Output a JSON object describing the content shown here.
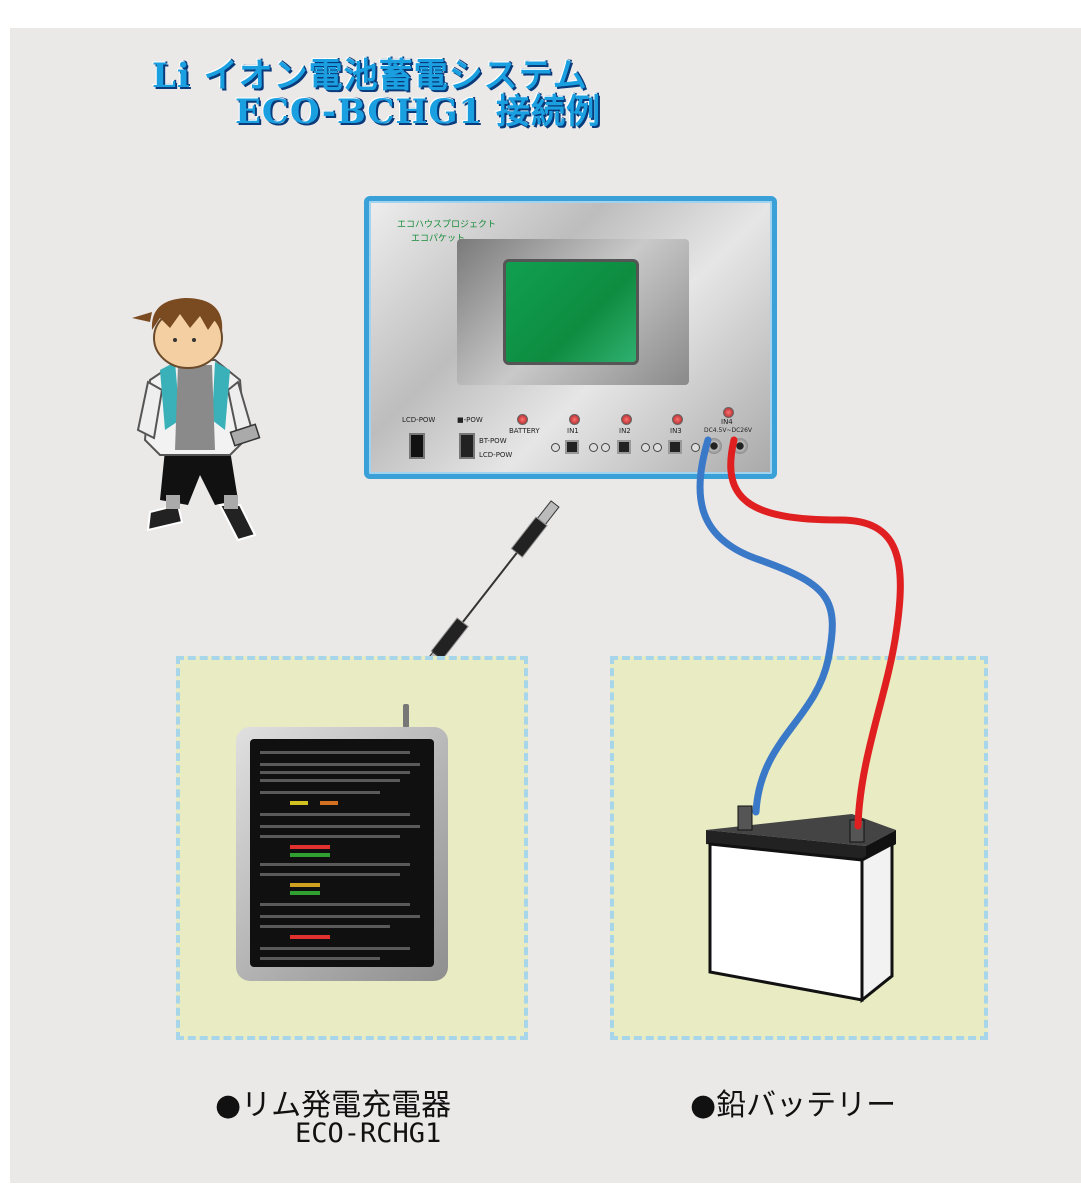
{
  "title": {
    "line1": "Li イオン電池蓄電システム",
    "line2": "ECO-BCHG1 接続例"
  },
  "device": {
    "brand_line1": "エコハウスプロジェクト",
    "brand_line2": "エコパケット",
    "labels": {
      "lcd_pow": "LCD-POW",
      "bt_pow_top": "■-POW",
      "bt_pow": "BT-POW",
      "lcd_pow_small": "LCD-POW",
      "battery": "BATTERY",
      "in1": "IN1",
      "in2": "IN2",
      "in3": "IN3",
      "in4": "IN4",
      "in4_range": "DC4.5V~DC26V"
    }
  },
  "captions": {
    "charger": "●リム発電充電器",
    "charger_model": "ECO-RCHG1",
    "battery": "●鉛バッテリー"
  },
  "colors": {
    "title": "#1aa0e0",
    "panel_fill": "#e9ebc2",
    "panel_border": "#a7d6ea",
    "cable_negative": "#3a78c8",
    "cable_positive": "#e02020",
    "device_border": "#3aa0d8"
  }
}
